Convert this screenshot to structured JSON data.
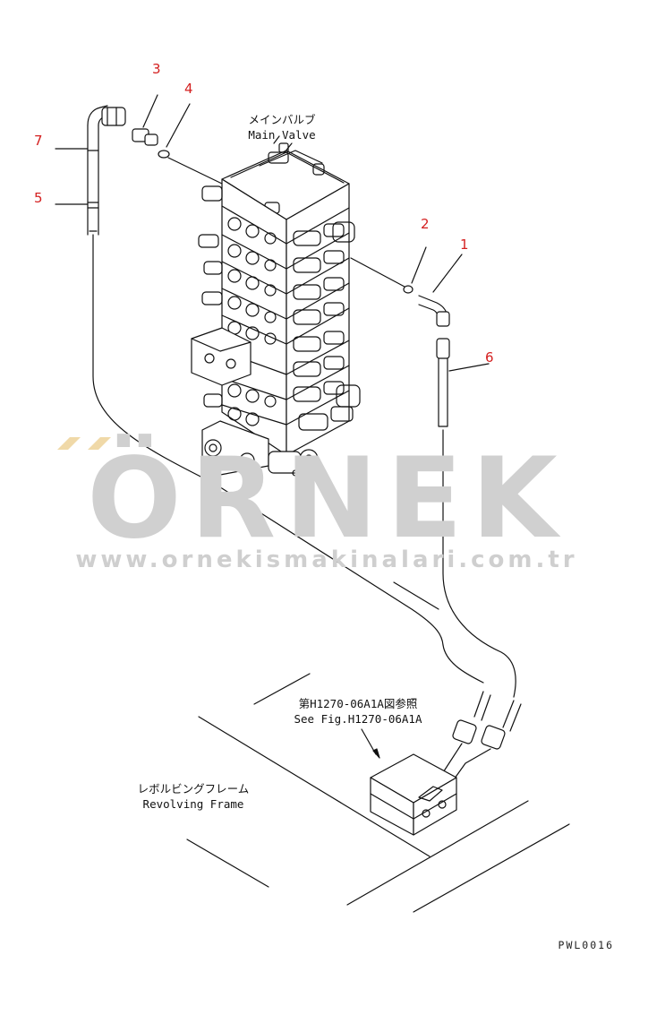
{
  "watermark": {
    "brand": "ÖRNEK",
    "url": "www.ornekismakinalari.com.tr",
    "color": "#d0d0d0",
    "accent_color": "#f0d9a8"
  },
  "callouts": [
    "1",
    "2",
    "3",
    "4",
    "5",
    "6",
    "7"
  ],
  "callout_color": "#d42020",
  "labels": {
    "main_valve_jp": "メインバルブ",
    "main_valve_en": "Main Valve",
    "see_fig_jp": "第H1270-06A1A図参照",
    "see_fig_en": "See Fig.H1270-06A1A",
    "frame_jp": "レボルビングフレーム",
    "frame_en": "Revolving Frame"
  },
  "drawing_code": "PWL0016"
}
